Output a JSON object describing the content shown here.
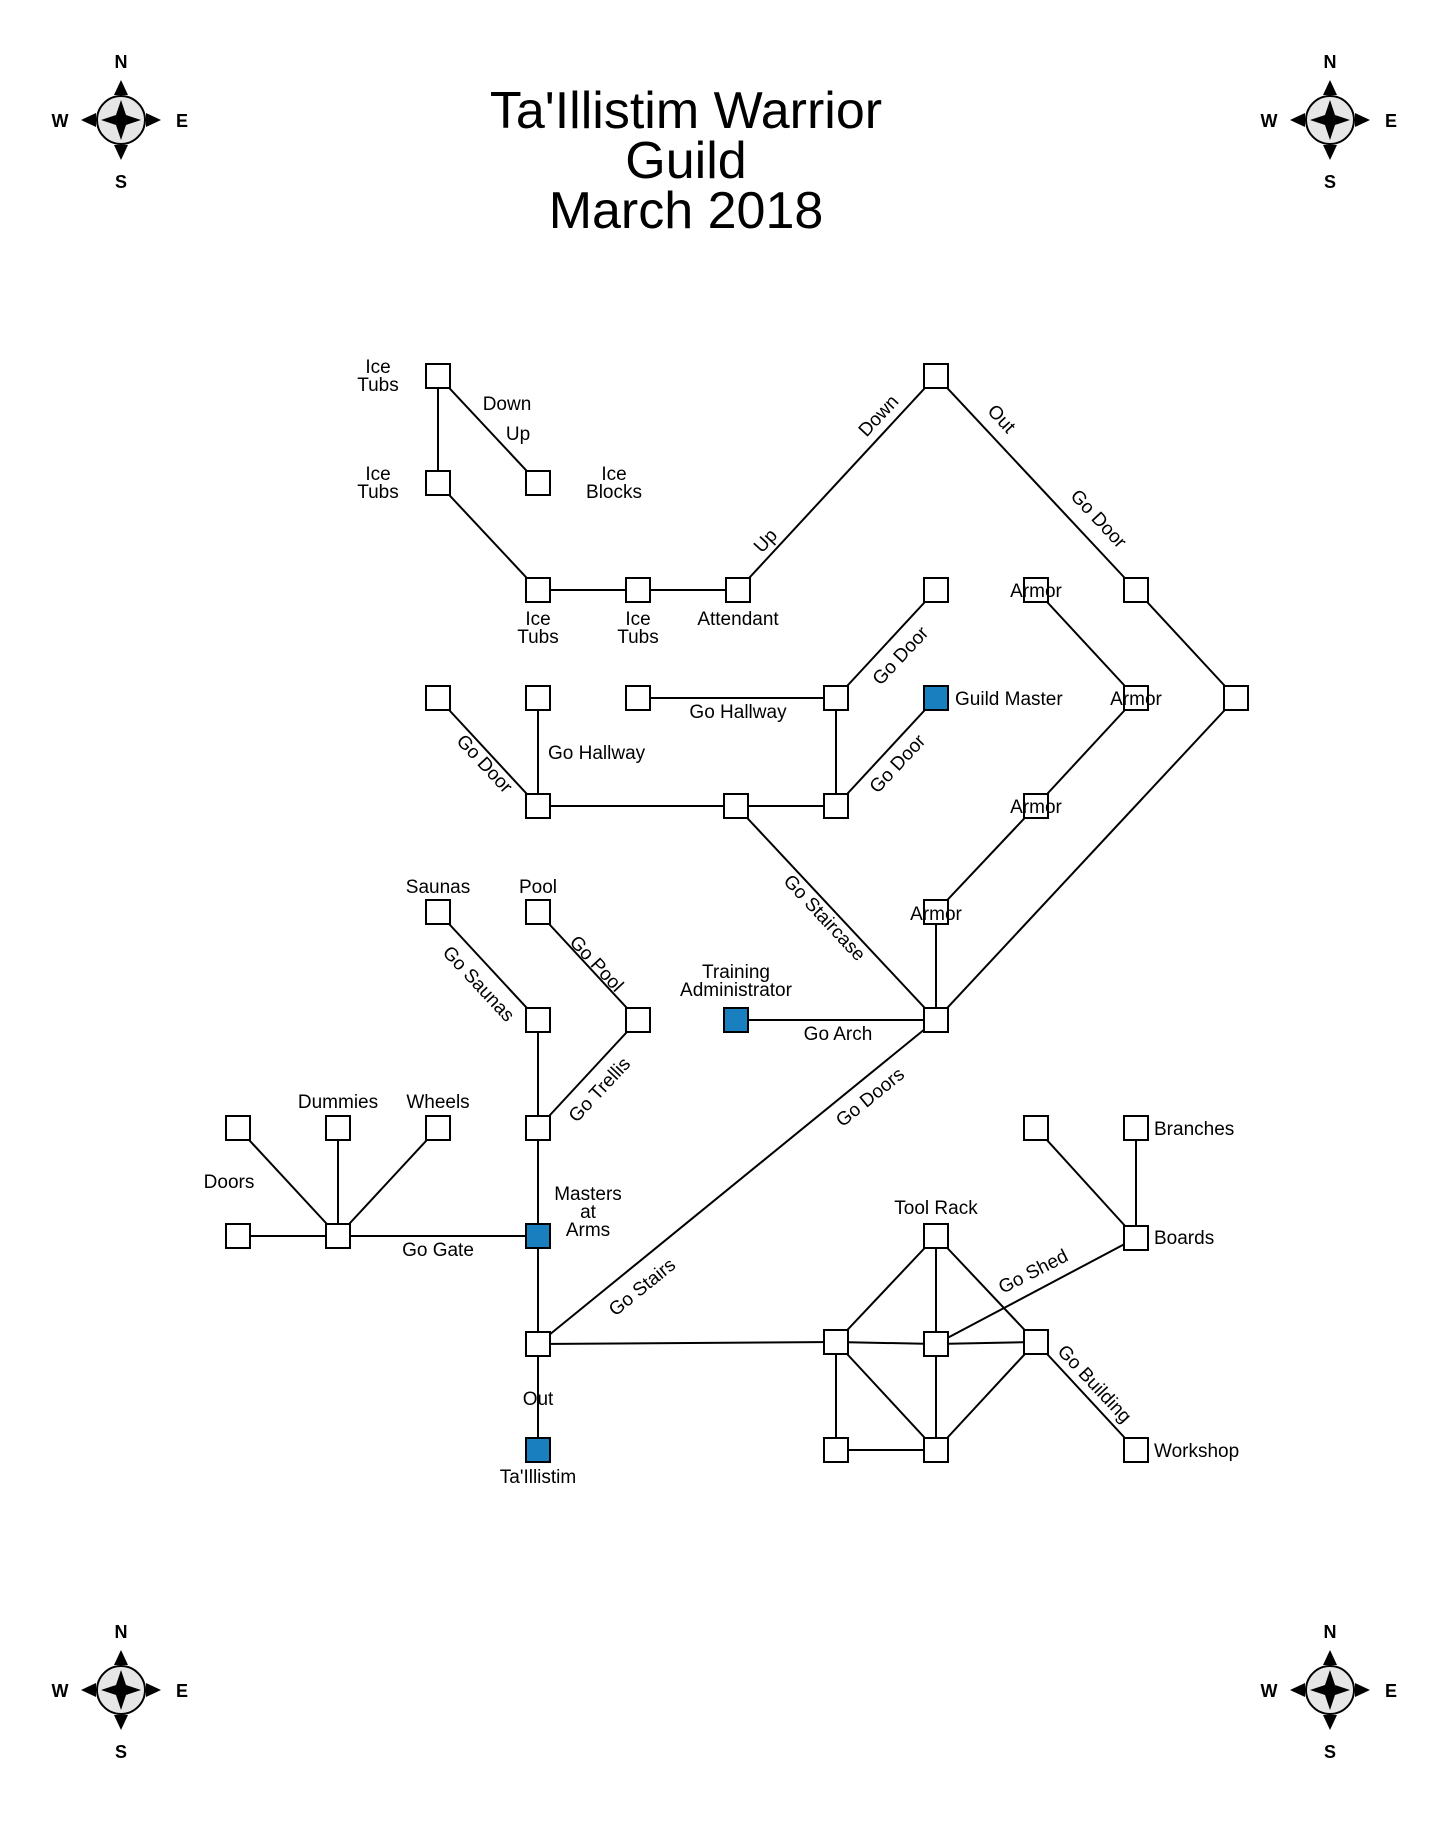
{
  "title": [
    "Ta'Illistim Warrior",
    "Guild",
    "March 2018"
  ],
  "colors": {
    "background": "#ffffff",
    "room": "#ffffff",
    "special_room": "#1a7fbf",
    "line": "#000000"
  },
  "compass": {
    "n": "N",
    "s": "S",
    "e": "E",
    "w": "W",
    "icon": "compass-rose-icon"
  },
  "labels": {
    "ice_tubs": "Ice Tubs",
    "ice_blocks": "Ice Blocks",
    "attendant": "Attendant",
    "armor": "Armor",
    "guild_master": "Guild Master",
    "saunas": "Saunas",
    "pool": "Pool",
    "training_administrator": "Training Administrator",
    "dummies": "Dummies",
    "wheels": "Wheels",
    "doors": "Doors",
    "masters_at_arms": "Masters at Arms",
    "taillistim": "Ta'Illistim",
    "tool_rack": "Tool Rack",
    "branches": "Branches",
    "boards": "Boards",
    "workshop": "Workshop"
  },
  "exits": {
    "down": "Down",
    "up": "Up",
    "out": "Out",
    "go_door": "Go Door",
    "go_hallway": "Go Hallway",
    "go_staircase": "Go Staircase",
    "go_arch": "Go Arch",
    "go_doors": "Go Doors",
    "go_saunas": "Go Saunas",
    "go_pool": "Go Pool",
    "go_trellis": "Go Trellis",
    "go_gate": "Go Gate",
    "go_stairs": "Go Stairs",
    "go_shed": "Go Shed",
    "go_building": "Go Building"
  }
}
